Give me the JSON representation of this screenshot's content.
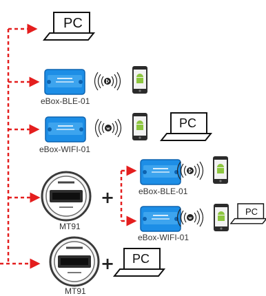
{
  "colors": {
    "connector": "#e41e1e",
    "ebox_body": "#1d8ee6",
    "ebox_body_dark": "#0d63b0",
    "phone_screen": "#f2f2f2",
    "android": "#8dc63f",
    "meter_ring": "#3a3a3a"
  },
  "icons": {
    "laptop": "laptop-icon",
    "ebox": "ebox-device-icon",
    "phone": "android-phone-icon",
    "bluetooth_wave": "bluetooth-wave-icon",
    "wifi_wave": "wifi-wave-icon",
    "meter": "mt91-battery-monitor-icon"
  },
  "nodes": {
    "pc_label": "PC",
    "ble_label": "eBox-BLE-01",
    "wifi_label": "eBox-WIFI-01",
    "meter_label": "MT91",
    "plus": "+"
  }
}
